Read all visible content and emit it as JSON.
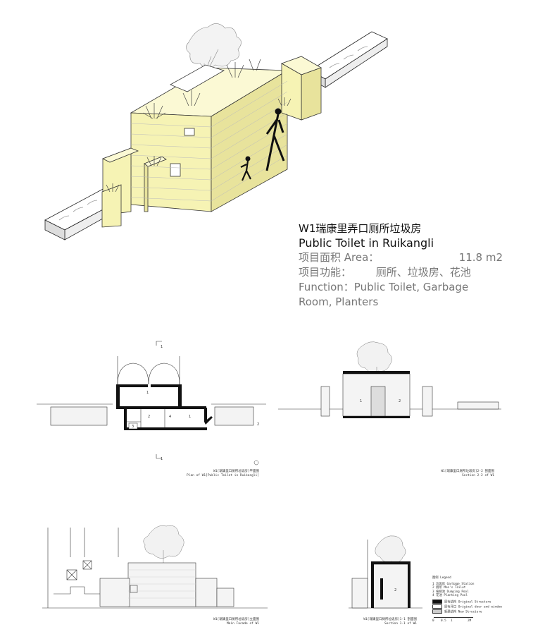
{
  "project": {
    "title_cn": "W1瑞康里弄口厕所垃圾房",
    "title_en": "Public Toilet in Ruikangli",
    "area_label": "项目面积 Area：",
    "area_value": "11.8 m2",
    "function_label": "项目功能：",
    "function_value": "厕所、垃圾房、花池",
    "function_en_line1": "Function：Public Toilet,  Garbage",
    "function_en_line2": "Room, Planters"
  },
  "drawings": {
    "plan": {
      "caption_cn": "W1[瑞康里口厕所垃圾房]平面图",
      "caption_en": "Plan of W1[Public Toilet in Ruikangli]",
      "section_marker": "1",
      "section_marker_2": "2",
      "room_labels": [
        "1",
        "2",
        "3",
        "4",
        "1"
      ]
    },
    "section_22": {
      "caption_cn": "W1[瑞康里口厕所垃圾房]2-2 剖面图",
      "caption_en": "Section 2-2 of W1",
      "room_labels": [
        "1",
        "2"
      ]
    },
    "facade": {
      "caption_cn": "W1[瑞康里口厕所垃圾房]立面图",
      "caption_en": "Main Facade of W1"
    },
    "section_11": {
      "caption_cn": "W1[瑞康里口厕所垃圾房]1-1 剖面图",
      "caption_en": "Section 1-1 of W1",
      "room_label": "2"
    }
  },
  "legend": {
    "title": "图例 Legend",
    "items": [
      "1 垃圾房 Garbage Station",
      "2 厕所 Men's Toilet",
      "3 拖把池 Dumping Pool",
      "4 花池 Planting Pool"
    ],
    "swatches": [
      "原有结构 Original Structure",
      "原有开口 Original door and window",
      "新建结构 New Structure"
    ],
    "scale_ticks": [
      "0",
      "0.5",
      "1",
      "2M"
    ]
  },
  "colors": {
    "volume_fill": "#f6f3b4",
    "volume_shade": "#e8e39c",
    "ink": "#111111"
  }
}
